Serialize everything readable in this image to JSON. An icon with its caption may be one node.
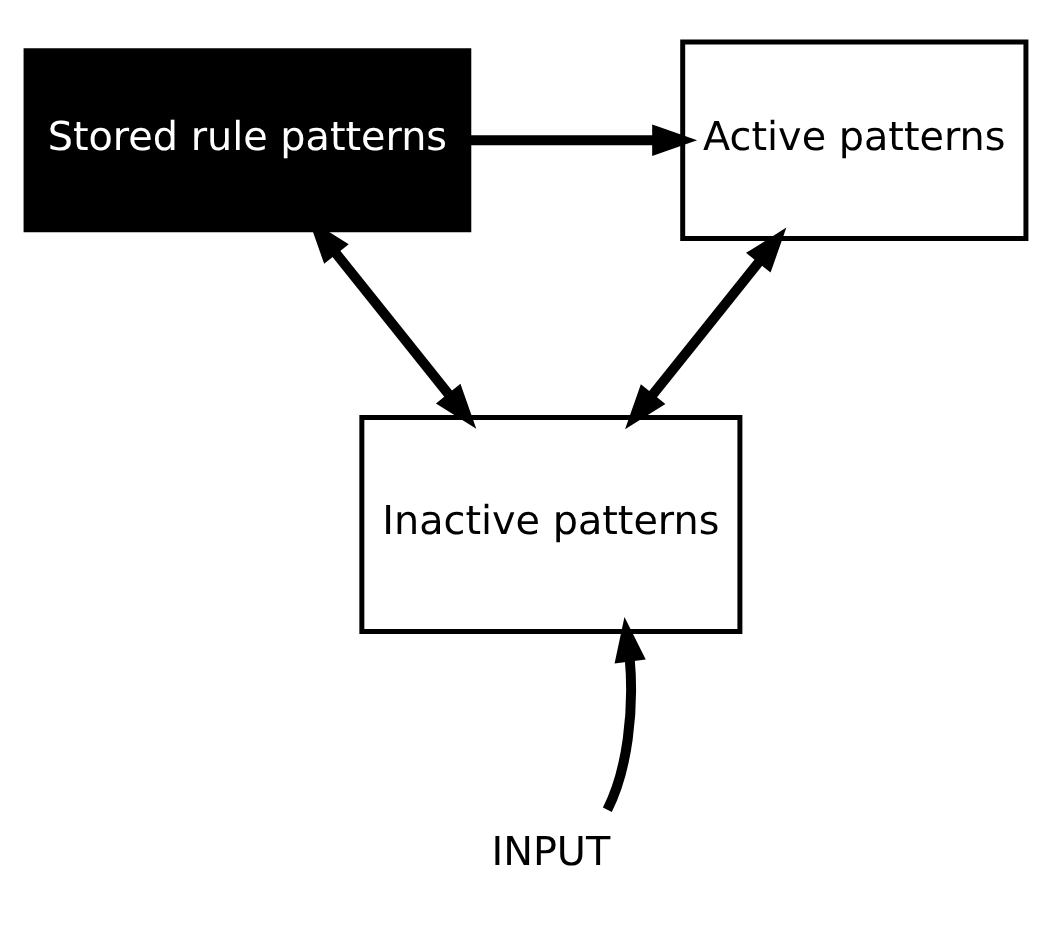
{
  "diagram": {
    "nodes": [
      {
        "text": [
          "Stored rule patterns"
        ]
      },
      {
        "text": [
          "Active patterns"
        ]
      },
      {
        "text": [
          "Inactive patterns"
        ]
      },
      {
        "text": [
          "INPUT"
        ]
      }
    ],
    "edges": [
      {
        "from": 0,
        "to": 1,
        "arrow": "to"
      },
      {
        "from": 0,
        "to": 2,
        "arrow": "both"
      },
      {
        "from": 1,
        "to": 2,
        "arrow": "both"
      },
      {
        "from": 3,
        "to": 2,
        "arrow": "to"
      }
    ]
  }
}
